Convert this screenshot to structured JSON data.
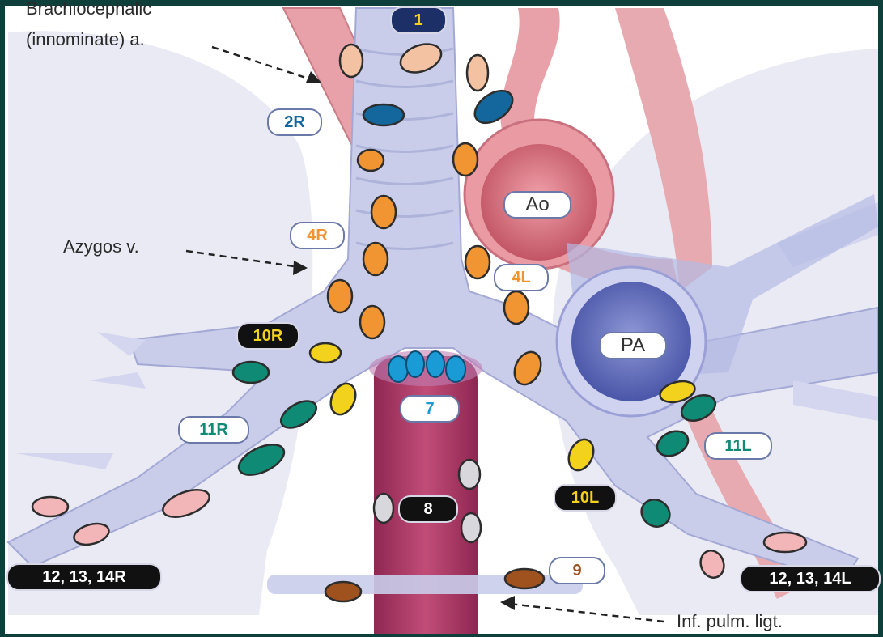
{
  "annotations": {
    "brachiocephalic": [
      "Brachiocephalic",
      "(innominate) a."
    ],
    "azygos": "Azygos v.",
    "inf_pulm_ligt": "Inf. pulm. ligt."
  },
  "structures": {
    "aorta": "Ao",
    "pulmonary_artery": "PA"
  },
  "stations": {
    "s1": "1",
    "s2R": "2R",
    "s4R": "4R",
    "s4L": "4L",
    "s7": "7",
    "s8": "8",
    "s9": "9",
    "s10R": "10R",
    "s10L": "10L",
    "s11R": "11R",
    "s11L": "11L",
    "s12R": "12, 13, 14R",
    "s12L": "12, 13, 14L"
  },
  "colors": {
    "lung": "#e7e8f2",
    "airway": "#c8ccea",
    "vessel_pink": "#e79aa2",
    "esophagus": "#b23f6b",
    "node_peach": "#f3c2a3",
    "node_blue": "#13679c",
    "node_orange": "#f19533",
    "node_yellow": "#f2d21c",
    "node_teal": "#0f8a74",
    "node_pink": "#f3b6b8",
    "node_gray": "#d7d7dc",
    "node_brown": "#a0521e",
    "node_cyan": "#1b9bd6"
  }
}
